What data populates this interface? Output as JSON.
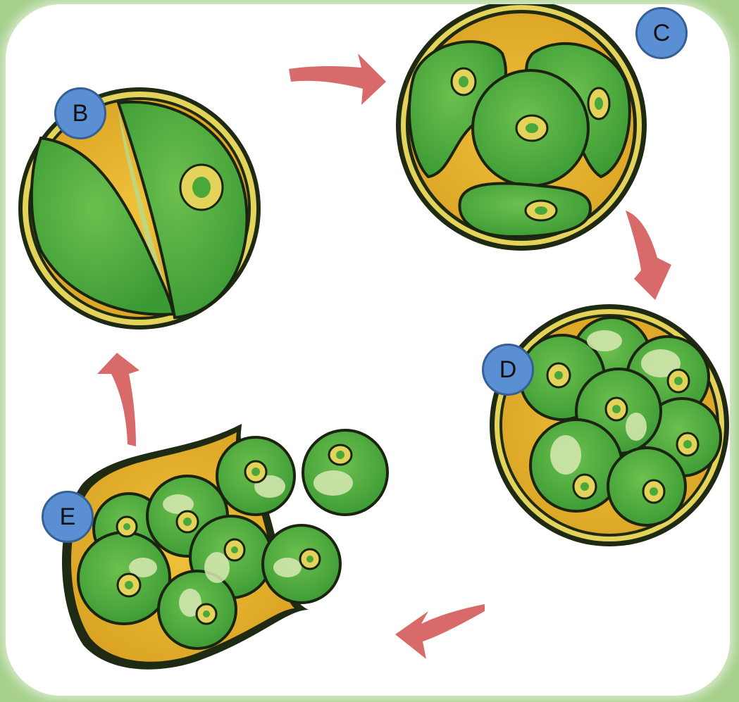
{
  "labels": {
    "b": "B",
    "c": "C",
    "d": "D",
    "e": "E"
  },
  "colors": {
    "background": "#a6d08c",
    "cell_green": "#4aa83a",
    "yolk": "#e8b730",
    "arrow": "#d96a6a",
    "badge": "#5b8fd4"
  }
}
